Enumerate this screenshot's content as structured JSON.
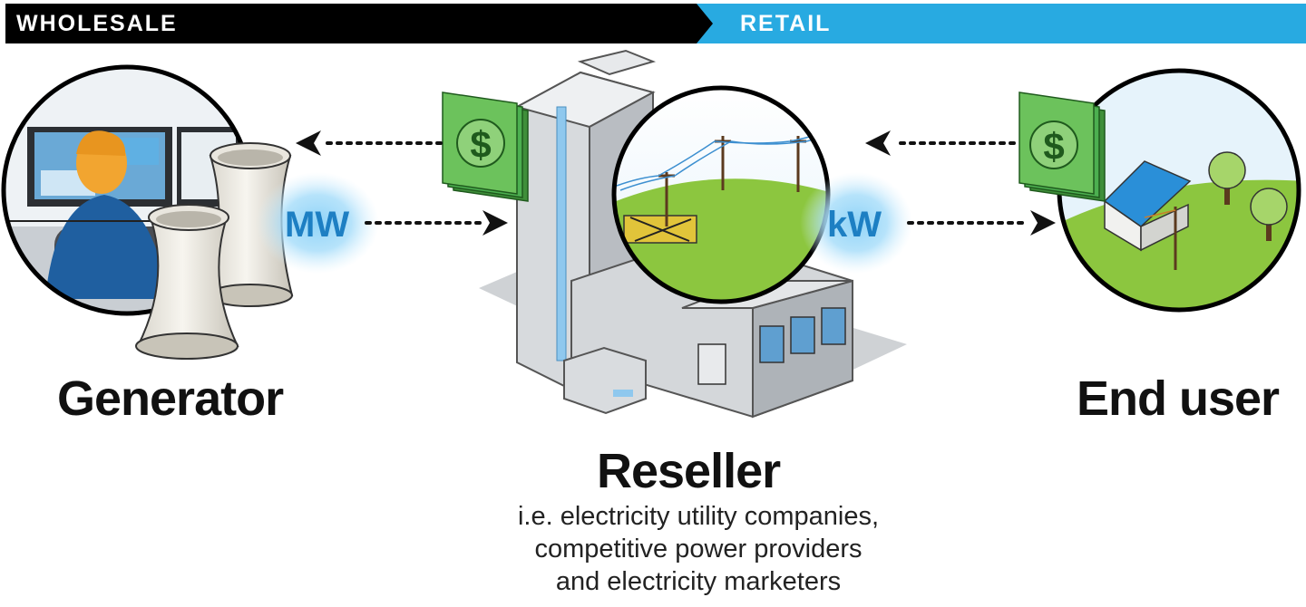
{
  "header": {
    "left_label": "WHOLESALE",
    "right_label": "RETAIL",
    "left_color": "#000000",
    "right_color": "#28aae1"
  },
  "nodes": {
    "generator": {
      "label": "Generator",
      "unit": "MW"
    },
    "reseller": {
      "label": "Reseller",
      "subtitle_lines": [
        "i.e. electricity utility companies,",
        "competitive power providers",
        "and electricity marketers"
      ],
      "unit": "kW"
    },
    "end_user": {
      "label": "End user"
    }
  },
  "flows": [
    {
      "from": "reseller",
      "to": "generator",
      "kind": "money"
    },
    {
      "from": "generator",
      "to": "reseller",
      "kind": "power"
    },
    {
      "from": "end_user",
      "to": "reseller",
      "kind": "money"
    },
    {
      "from": "reseller",
      "to": "end_user",
      "kind": "power"
    }
  ],
  "colors": {
    "unit_text": "#1d7fc3",
    "glow": "#8fd3f7",
    "money_green": "#4caf50",
    "grass_green": "#8cc63f",
    "roof_blue": "#2a8fd8"
  },
  "icons": [
    "dollar-bill-icon",
    "cooling-tower-icon",
    "house-icon",
    "power-pole-icon",
    "building-icon",
    "monitor-icon"
  ]
}
